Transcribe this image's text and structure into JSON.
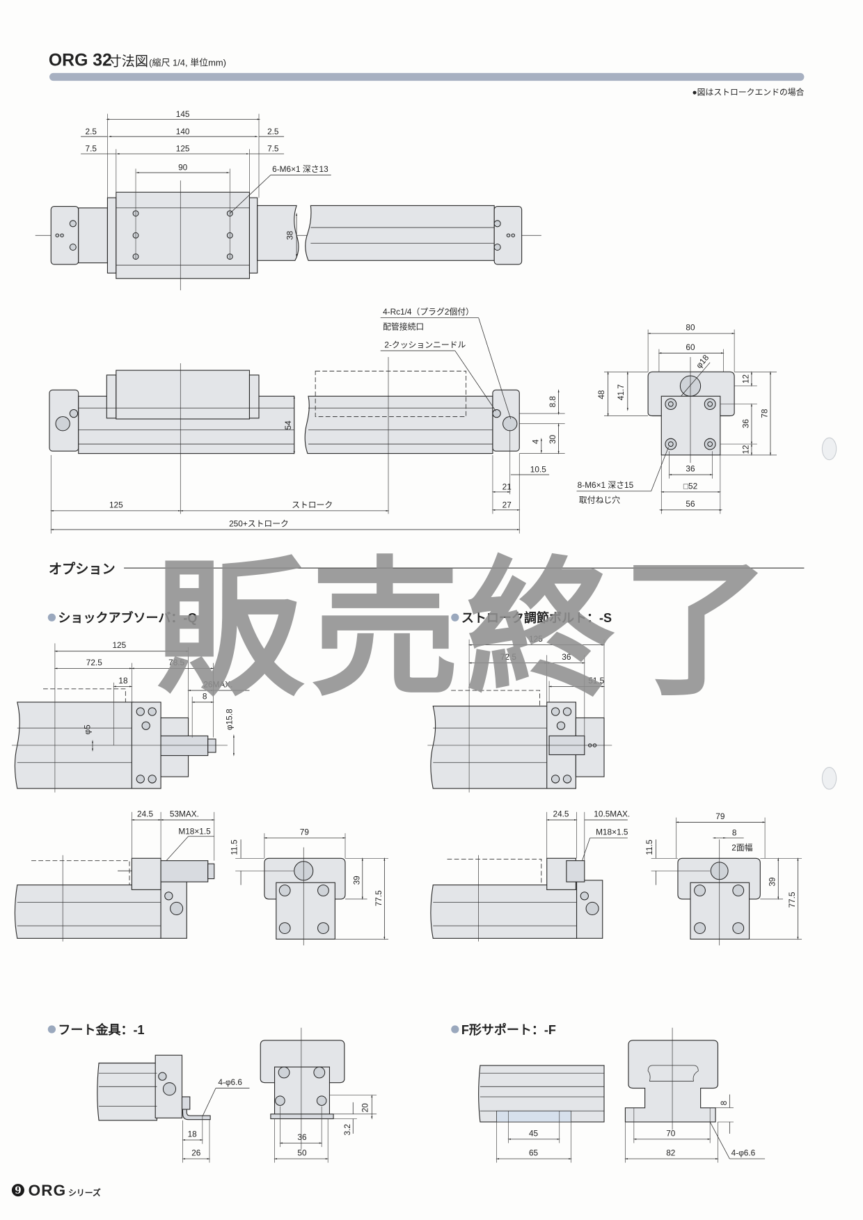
{
  "header": {
    "model": "ORG 32",
    "title": "寸法図",
    "subtitle": "(縮尺 1/4, 単位mm)",
    "note": "●図はストロークエンドの場合"
  },
  "top_view": {
    "dims": [
      "145",
      "140",
      "125",
      "90",
      "2.5",
      "2.5",
      "7.5",
      "7.5",
      "38"
    ],
    "callout": "6-M6×1 深さ13"
  },
  "side_view": {
    "callout_port_1": "4-Rc1/4（プラグ2個付）",
    "callout_port_2": "配管接続口",
    "callout_needle": "2-クッションニードル",
    "dims": [
      "8.8",
      "30",
      "4",
      "10.5",
      "21",
      "27",
      "54",
      "125",
      "ストローク",
      "250+ストローク"
    ]
  },
  "end_view": {
    "dims": [
      "80",
      "60",
      "φ18",
      "48",
      "41.7",
      "12",
      "36",
      "12",
      "78",
      "36",
      "□52",
      "56"
    ],
    "callout_1": "8-M6×1 深さ15",
    "callout_2": "取付ねじ穴"
  },
  "options": {
    "heading": "オプション",
    "watermark": "販売終了",
    "shock_absorber": {
      "heading": "ショックアブソーバ：-Q",
      "dims": [
        "125",
        "72.5",
        "78.5",
        "18",
        "26MAX.",
        "8",
        "φ15.8",
        "φ5",
        "24.5",
        "53MAX.",
        "M18×1.5",
        "79",
        "11.5",
        "39",
        "77.5"
      ]
    },
    "stroke_bolt": {
      "heading": "ストローク調節ボルト：-S",
      "dims": [
        "125",
        "72.5",
        "36",
        "51.5",
        "24.5",
        "10.5MAX.",
        "M18×1.5",
        "79",
        "8",
        "2面幅",
        "11.5",
        "39",
        "77.5"
      ]
    },
    "foot": {
      "heading": "フート金具：-1",
      "dims": [
        "4-φ6.6",
        "18",
        "26",
        "36",
        "50",
        "20",
        "3.2"
      ]
    },
    "f_support": {
      "heading": "F形サポート：-F",
      "dims": [
        "45",
        "65",
        "70",
        "82",
        "8",
        "4-φ6.6"
      ]
    }
  },
  "footer": {
    "page": "9",
    "series": "ORG",
    "series_suffix": "シリーズ"
  },
  "colors": {
    "header_bar": "#a7b0c1",
    "bullet": "#9aa8bd",
    "part_fill": "#e3e5e8",
    "watermark": "#8f8f8f"
  }
}
